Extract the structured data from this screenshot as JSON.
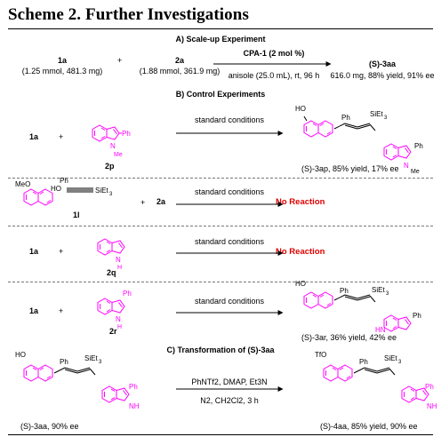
{
  "title": "Scheme 2. Further Investigations",
  "sections": {
    "a": "A) Scale-up Experiment",
    "b": "B) Control Experiments",
    "c": "C) Transformation of (S)-3aa"
  },
  "scaleup": {
    "r1_label": "1a",
    "r1_amount": "(1.25 mmol, 481.3 mg)",
    "plus": "+",
    "r2_label": "2a",
    "r2_amount": "(1.88 mmol, 361.9 mg)",
    "catalyst": "CPA-1 (2 mol %)",
    "conditions": "anisole (25.0 mL), rt, 96 h",
    "product_label": "(S)-3aa",
    "product_result": "616.0 mg, 88% yield, 91% ee"
  },
  "control": {
    "standard": "standard conditions",
    "row1": {
      "reagent": "1a",
      "partner": "2p",
      "product": "(S)-3ap, 85% yield, 17% ee"
    },
    "row2": {
      "reagent": "1l",
      "partner": "2a",
      "result": "No Reaction"
    },
    "row3": {
      "reagent": "1a",
      "partner": "2q",
      "result": "No Reaction"
    },
    "row4": {
      "reagent": "1a",
      "partner": "2r",
      "product": "(S)-3ar, 36% yield, 42% ee"
    }
  },
  "transformation": {
    "start": "(S)-3aa, 90% ee",
    "reagents": "PhNTf2, DMAP, Et3N",
    "conditions": "N2, CH2Cl2, 3 h",
    "product": "(S)-4aa, 85% yield, 90% ee"
  },
  "atoms": {
    "ho": "HO",
    "ph": "Ph",
    "siet3": "SiEt3",
    "meo": "MeO",
    "n": "N",
    "me": "Me",
    "nh": "NH",
    "h": "H",
    "hn": "HN",
    "tfo": "TfO"
  },
  "colors": {
    "magenta": "#ff00ff",
    "red": "#e00000"
  }
}
